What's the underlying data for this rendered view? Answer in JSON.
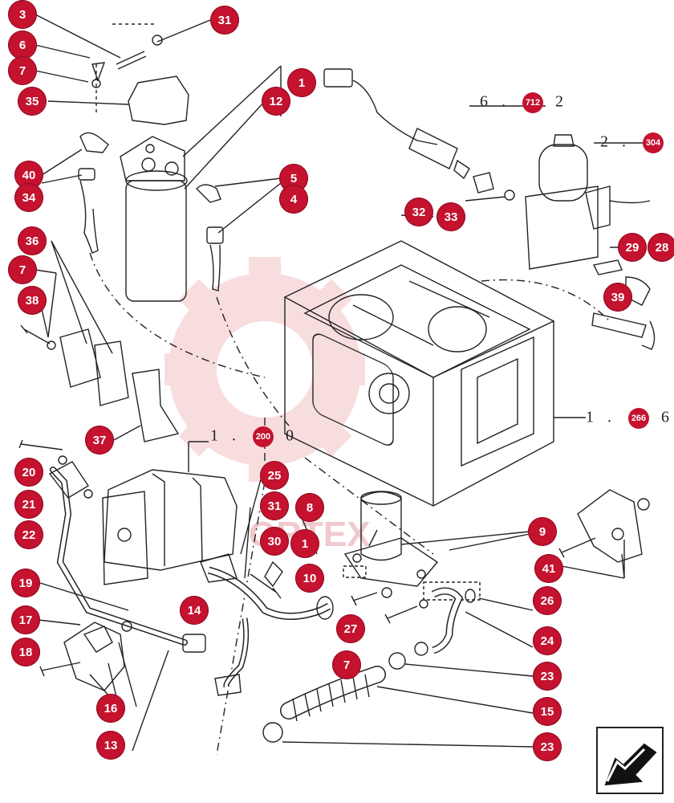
{
  "callouts": [
    {
      "id": "3",
      "label": "3"
    },
    {
      "id": "31a",
      "label": "31"
    },
    {
      "id": "6",
      "label": "6"
    },
    {
      "id": "7a",
      "label": "7"
    },
    {
      "id": "35",
      "label": "35"
    },
    {
      "id": "1a",
      "label": "1"
    },
    {
      "id": "12",
      "label": "12"
    },
    {
      "id": "5",
      "label": "5"
    },
    {
      "id": "4",
      "label": "4"
    },
    {
      "id": "40",
      "label": "40"
    },
    {
      "id": "34",
      "label": "34"
    },
    {
      "id": "36",
      "label": "36"
    },
    {
      "id": "7b",
      "label": "7"
    },
    {
      "id": "38",
      "label": "38"
    },
    {
      "id": "37",
      "label": "37"
    },
    {
      "id": "32",
      "label": "32"
    },
    {
      "id": "33",
      "label": "33"
    },
    {
      "id": "29",
      "label": "29"
    },
    {
      "id": "28",
      "label": "28"
    },
    {
      "id": "39",
      "label": "39"
    },
    {
      "id": "20",
      "label": "20"
    },
    {
      "id": "21",
      "label": "21"
    },
    {
      "id": "22",
      "label": "22"
    },
    {
      "id": "19",
      "label": "19"
    },
    {
      "id": "17",
      "label": "17"
    },
    {
      "id": "18",
      "label": "18"
    },
    {
      "id": "16",
      "label": "16"
    },
    {
      "id": "13",
      "label": "13"
    },
    {
      "id": "25",
      "label": "25"
    },
    {
      "id": "31b",
      "label": "31"
    },
    {
      "id": "30",
      "label": "30"
    },
    {
      "id": "14",
      "label": "14"
    },
    {
      "id": "8",
      "label": "8"
    },
    {
      "id": "1b",
      "label": "1"
    },
    {
      "id": "10",
      "label": "10"
    },
    {
      "id": "27",
      "label": "27"
    },
    {
      "id": "7c",
      "label": "7"
    },
    {
      "id": "9",
      "label": "9"
    },
    {
      "id": "26",
      "label": "26"
    },
    {
      "id": "24",
      "label": "24"
    },
    {
      "id": "23a",
      "label": "23"
    },
    {
      "id": "15",
      "label": "15"
    },
    {
      "id": "23b",
      "label": "23"
    },
    {
      "id": "41",
      "label": "41"
    }
  ],
  "refs": {
    "r1": {
      "pre": "6 . ",
      "badge": "712",
      "post": " 2"
    },
    "r2": {
      "pre": "2 . ",
      "badge": "304",
      "post": ""
    },
    "r3": {
      "pre": "1 . ",
      "badge": "266",
      "post": " 6"
    },
    "r4": {
      "pre": "1 . ",
      "badge": "200",
      "post": " 0"
    }
  },
  "watermark": "ORTEX",
  "colors": {
    "callout": "#c4122f",
    "line": "#222222",
    "watermark": "#f2c4c8"
  }
}
